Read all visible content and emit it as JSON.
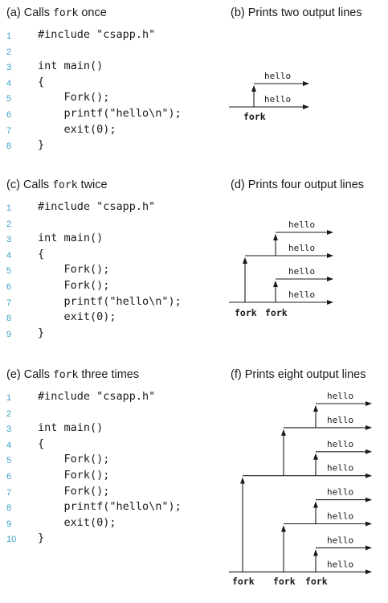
{
  "panels": [
    {
      "caption": {
        "letter": "(a)",
        "pre": "Calls ",
        "code": "fork",
        "post": " once"
      },
      "lines": [
        {
          "n": "1",
          "code": "#include \"csapp.h\""
        },
        {
          "n": "2",
          "code": ""
        },
        {
          "n": "3",
          "code": "int main()"
        },
        {
          "n": "4",
          "code": "{"
        },
        {
          "n": "5",
          "code": "    Fork();"
        },
        {
          "n": "6",
          "code": "    printf(\"hello\\n\");"
        },
        {
          "n": "7",
          "code": "    exit(0);"
        },
        {
          "n": "8",
          "code": "}"
        }
      ]
    },
    {
      "caption": {
        "letter": "(c)",
        "pre": "Calls ",
        "code": "fork",
        "post": " twice"
      },
      "lines": [
        {
          "n": "1",
          "code": "#include \"csapp.h\""
        },
        {
          "n": "2",
          "code": ""
        },
        {
          "n": "3",
          "code": "int main()"
        },
        {
          "n": "4",
          "code": "{"
        },
        {
          "n": "5",
          "code": "    Fork();"
        },
        {
          "n": "6",
          "code": "    Fork();"
        },
        {
          "n": "7",
          "code": "    printf(\"hello\\n\");"
        },
        {
          "n": "8",
          "code": "    exit(0);"
        },
        {
          "n": "9",
          "code": "}"
        }
      ]
    },
    {
      "caption": {
        "letter": "(e)",
        "pre": "Calls ",
        "code": "fork",
        "post": " three times"
      },
      "lines": [
        {
          "n": "1",
          "code": "#include \"csapp.h\""
        },
        {
          "n": "2",
          "code": ""
        },
        {
          "n": "3",
          "code": "int main()"
        },
        {
          "n": "4",
          "code": "{"
        },
        {
          "n": "5",
          "code": "    Fork();"
        },
        {
          "n": "6",
          "code": "    Fork();"
        },
        {
          "n": "7",
          "code": "    Fork();"
        },
        {
          "n": "8",
          "code": "    printf(\"hello\\n\");"
        },
        {
          "n": "9",
          "code": "    exit(0);"
        },
        {
          "n": "10",
          "code": "}"
        }
      ]
    }
  ],
  "graphs": [
    {
      "caption": "(b) Prints two output lines",
      "forks": 1
    },
    {
      "caption": "(d) Prints four output lines",
      "forks": 2
    },
    {
      "caption": "(f) Prints eight output lines",
      "forks": 3
    }
  ],
  "labels": {
    "hello": "hello",
    "fork": "fork"
  },
  "colors": {
    "line_numbers": "#3fa0c8",
    "ink": "#1a1a1a"
  }
}
